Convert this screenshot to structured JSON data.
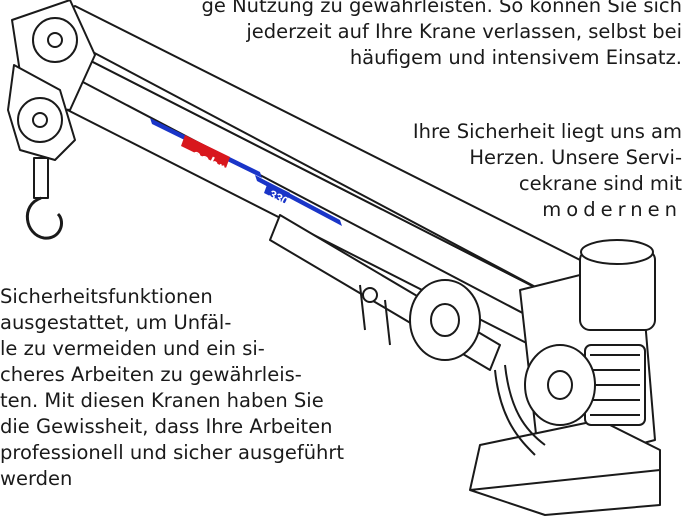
{
  "colors": {
    "brand_text": "#1a35c8",
    "brand_red": "#d8171d",
    "ink": "#1a1a1a"
  },
  "paragraph_top": {
    "lines": [
      "ge Nutzung zu gewährleisten. So können Sie sich",
      "jederzeit auf Ihre Krane verlassen, selbst bei",
      "häufigem und intensivem Einsatz."
    ]
  },
  "paragraph_right": {
    "lines": [
      "Ihre Sicherheit liegt uns am",
      "Herzen. Unsere Servi-",
      "cekrane sind mit",
      "modernen"
    ]
  },
  "paragraph_left": {
    "lines": [
      "Sicherheitsfunktionen",
      "ausgestattet, um Unfäl-",
      "le zu vermeiden und ein si-",
      "cheres Arbeiten zu gewährleis-",
      "ten. Mit diesen Kranen haben Sie",
      "die Gewissheit, dass Ihre Arbeiten",
      "professionell und sicher ausgeführt",
      "werden"
    ]
  },
  "crane_decal": {
    "brand": "cobra",
    "model": "3300"
  }
}
